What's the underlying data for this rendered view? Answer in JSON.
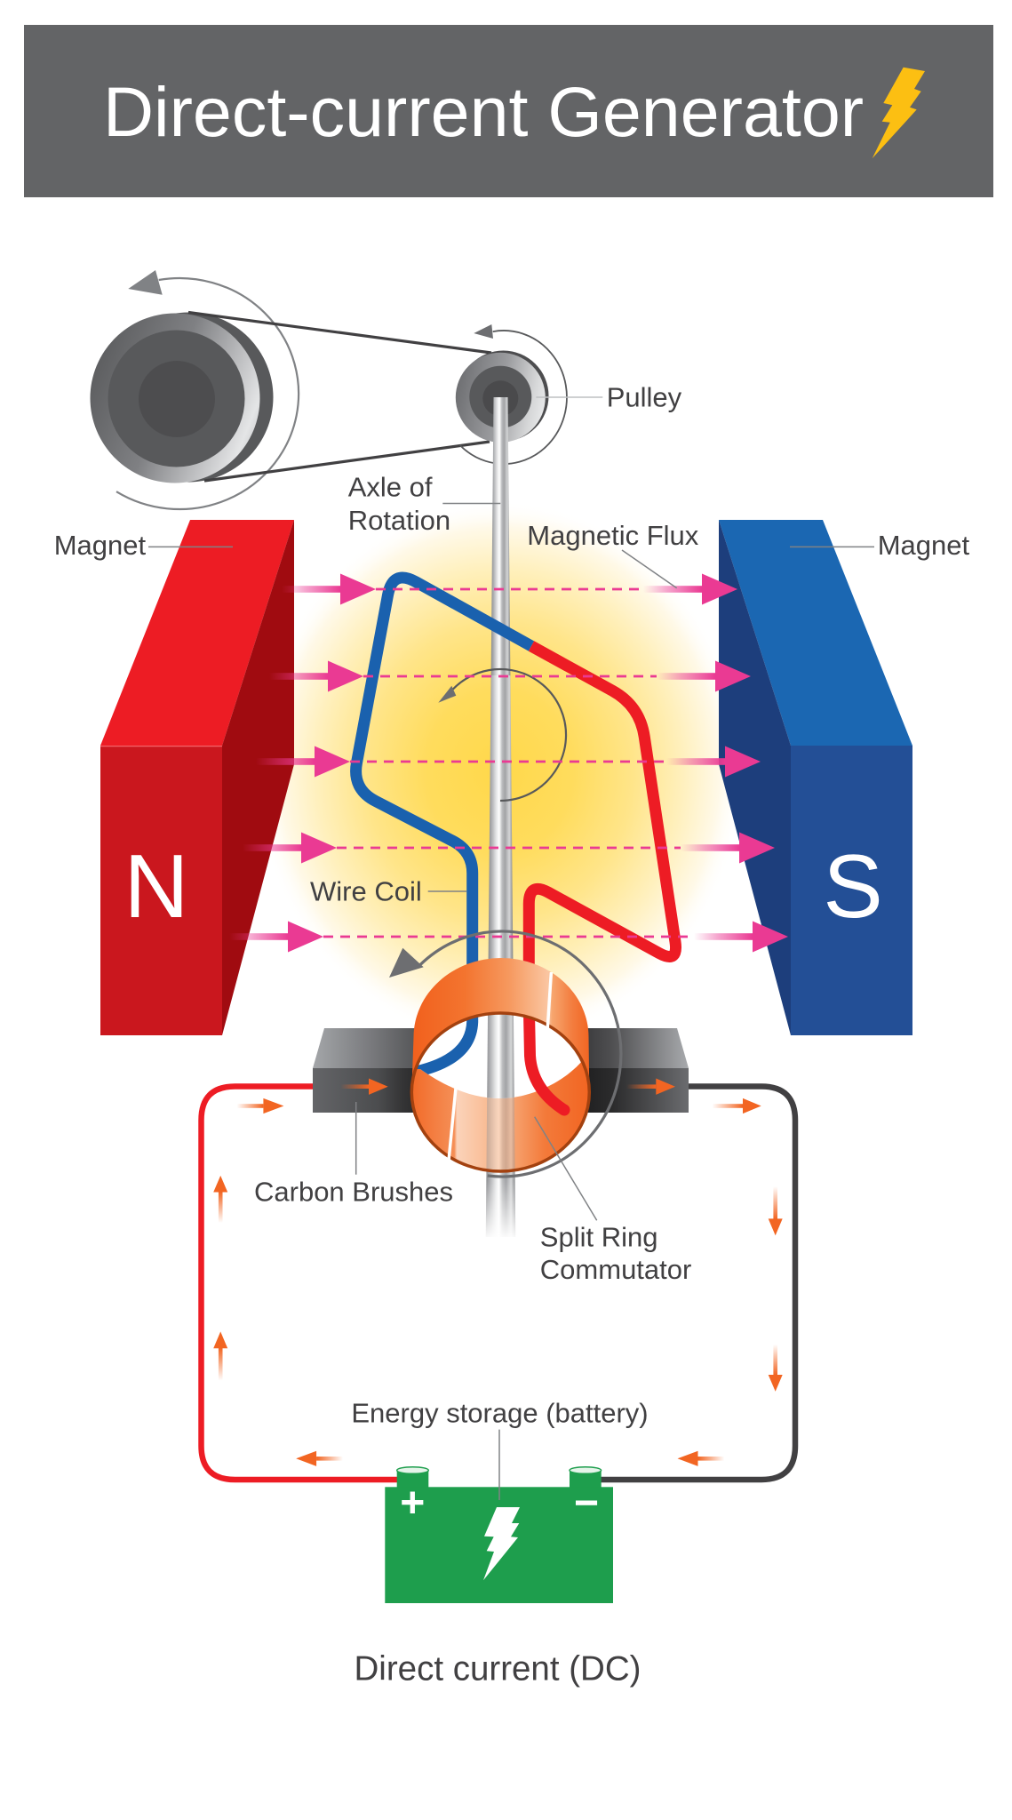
{
  "header": {
    "title": "Direct-current Generator",
    "title_icon": "lightning-bolt-icon"
  },
  "diagram": {
    "pulley": {
      "label": "Pulley"
    },
    "axle": {
      "label_lines": [
        "Axle of",
        "Rotation"
      ]
    },
    "magnets": {
      "north": {
        "label": "Magnet",
        "pole": "N"
      },
      "south": {
        "label": "Magnet",
        "pole": "S"
      }
    },
    "magnetic_flux": {
      "label": "Magnetic Flux"
    },
    "wire_coil": {
      "label": "Wire Coil"
    },
    "carbon_brushes": {
      "label": "Carbon Brushes"
    },
    "commutator": {
      "label_lines": [
        "Split Ring",
        "Commutator"
      ]
    },
    "battery": {
      "label": "Energy storage (battery)",
      "positive_symbol": "+",
      "negative_symbol": "−",
      "icon": "lightning-bolt-icon"
    }
  },
  "caption": "Direct current (DC)",
  "icons": {
    "rotation_arrows": "rotation-arrow-icon",
    "flux_arrows": "flux-arrowhead-icon",
    "current_arrows": "current-arrow-icon"
  },
  "colors": {
    "title_bar": "#636466",
    "title_icon": "#FCBF12",
    "north_top": "#ED1C24",
    "north_front": "#CA171E",
    "north_side": "#A00B10",
    "south_top": "#1B67B2",
    "south_front": "#234F96",
    "south_side": "#1D3E7C",
    "flux": "#EA3A93",
    "coil_blue": "#1A61AE",
    "coil_red": "#ED1C24",
    "current_arrow": "#F26522",
    "wire_positive": "#ED1C24",
    "wire_negative": "#414042",
    "battery": "#1E9E4D"
  }
}
